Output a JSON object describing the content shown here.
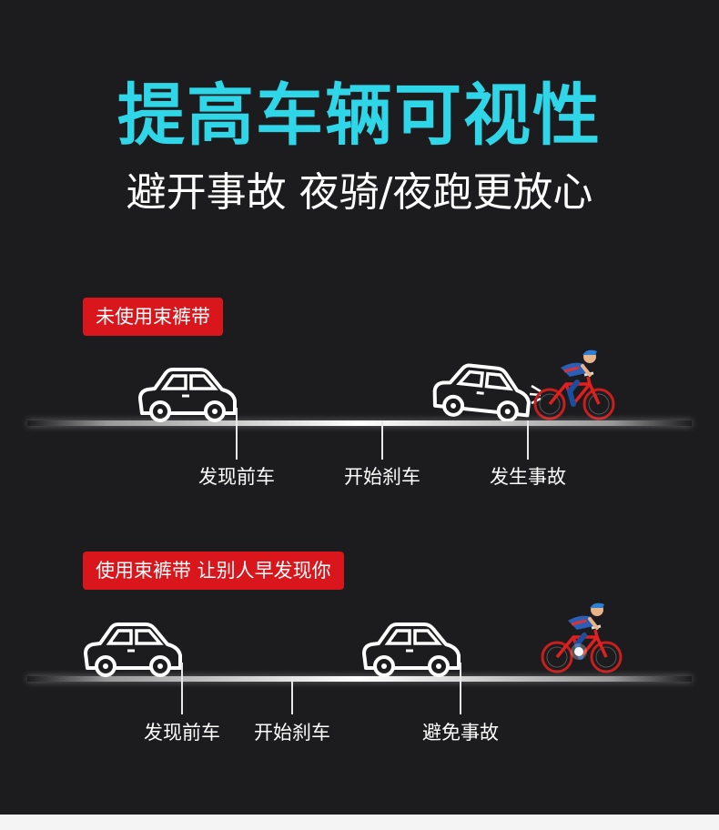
{
  "header": {
    "title": "提高车辆可视性",
    "subtitle": "避开事故 夜骑/夜跑更放心"
  },
  "scenario_without": {
    "badge": "未使用束裤带",
    "steps": [
      "发现前车",
      "开始刹车",
      "发生事故"
    ]
  },
  "scenario_with": {
    "badge": "使用束裤带 让别人早发现你",
    "steps": [
      "发现前车",
      "开始刹车",
      "避免事故"
    ]
  },
  "colors": {
    "background": "#1c1c1e",
    "title": "#2fd6e8",
    "badge": "#d9161c",
    "text": "#ffffff"
  },
  "icons": [
    "car-icon",
    "cyclist-icon",
    "collision-spark-icon"
  ]
}
